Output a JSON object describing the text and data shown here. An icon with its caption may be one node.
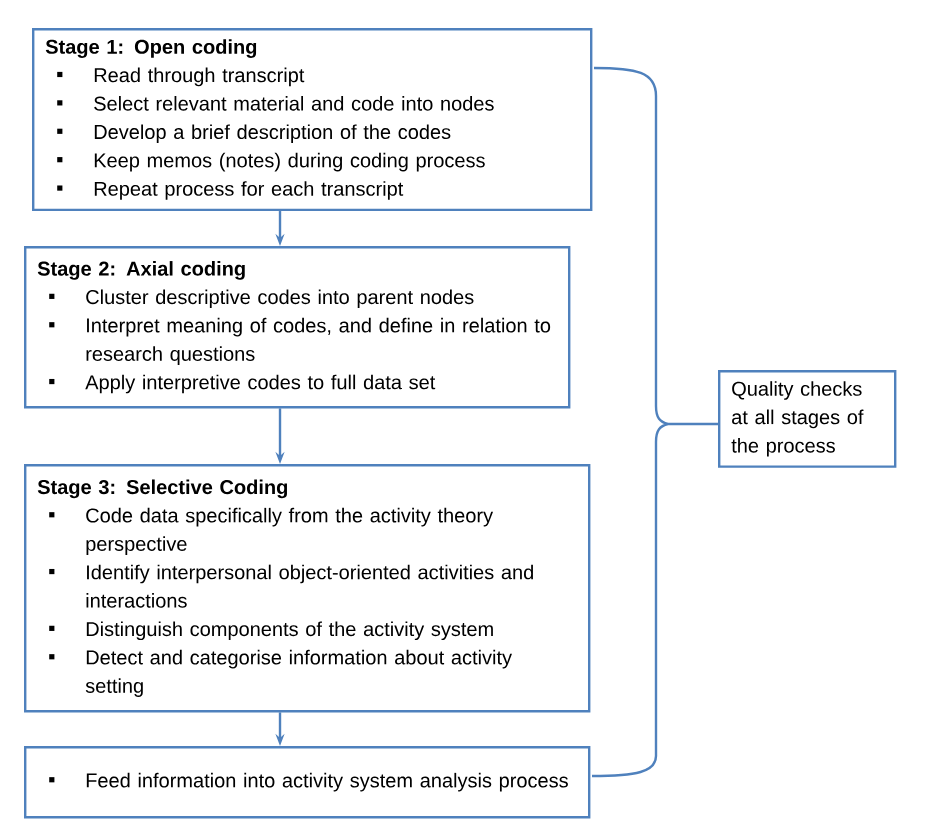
{
  "diagram": {
    "nodes": [
      {
        "text": [
          "Stage 1: Open coding",
          "Read through transcript",
          "Select relevant material and code into nodes",
          "Develop a brief description of the codes",
          "Keep memos (notes) during coding process",
          "Repeat process for each transcript"
        ]
      },
      {
        "text": [
          "Stage 2: Axial coding",
          "Cluster descriptive codes into parent nodes",
          "Interpret meaning of codes, and define in relation to research questions",
          "Apply interpretive codes to full data set"
        ]
      },
      {
        "text": [
          "Stage 3: Selective Coding",
          "Code data specifically from the activity theory perspective",
          "Identify interpersonal object-oriented activities and interactions",
          "Distinguish components of the activity system",
          "Detect and categorise information about activity setting"
        ]
      },
      {
        "text": [
          "Feed information into  activity system analysis process"
        ]
      },
      {
        "text": [
          "Quality checks at all stages of the process"
        ]
      }
    ],
    "edges": [
      {
        "from": 0,
        "to": 1,
        "arrow": "to"
      },
      {
        "from": 1,
        "to": 2,
        "arrow": "to"
      },
      {
        "from": 2,
        "to": 3,
        "arrow": "to"
      }
    ]
  }
}
